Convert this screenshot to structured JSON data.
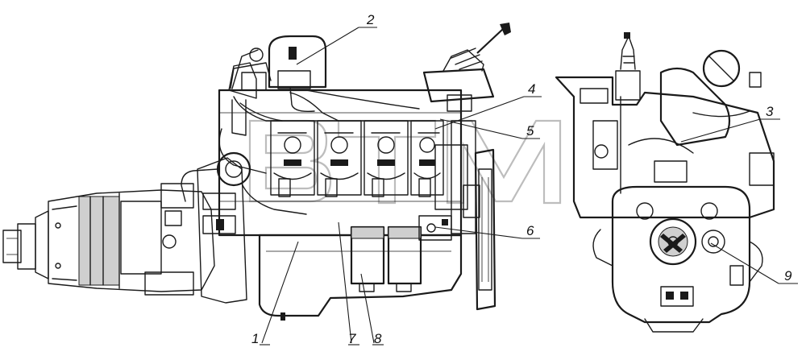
{
  "callouts": [
    {
      "id": "1",
      "label": "1"
    },
    {
      "id": "2",
      "label": "2"
    },
    {
      "id": "3",
      "label": "3"
    },
    {
      "id": "4",
      "label": "4"
    },
    {
      "id": "5",
      "label": "5"
    },
    {
      "id": "6",
      "label": "6"
    },
    {
      "id": "7",
      "label": "7"
    },
    {
      "id": "8",
      "label": "8"
    },
    {
      "id": "9",
      "label": "9"
    }
  ],
  "watermark": {
    "text": "ВТМ",
    "color": "#bdbdbd"
  },
  "colors": {
    "line": "#1a1a1a",
    "background": "#ffffff"
  }
}
